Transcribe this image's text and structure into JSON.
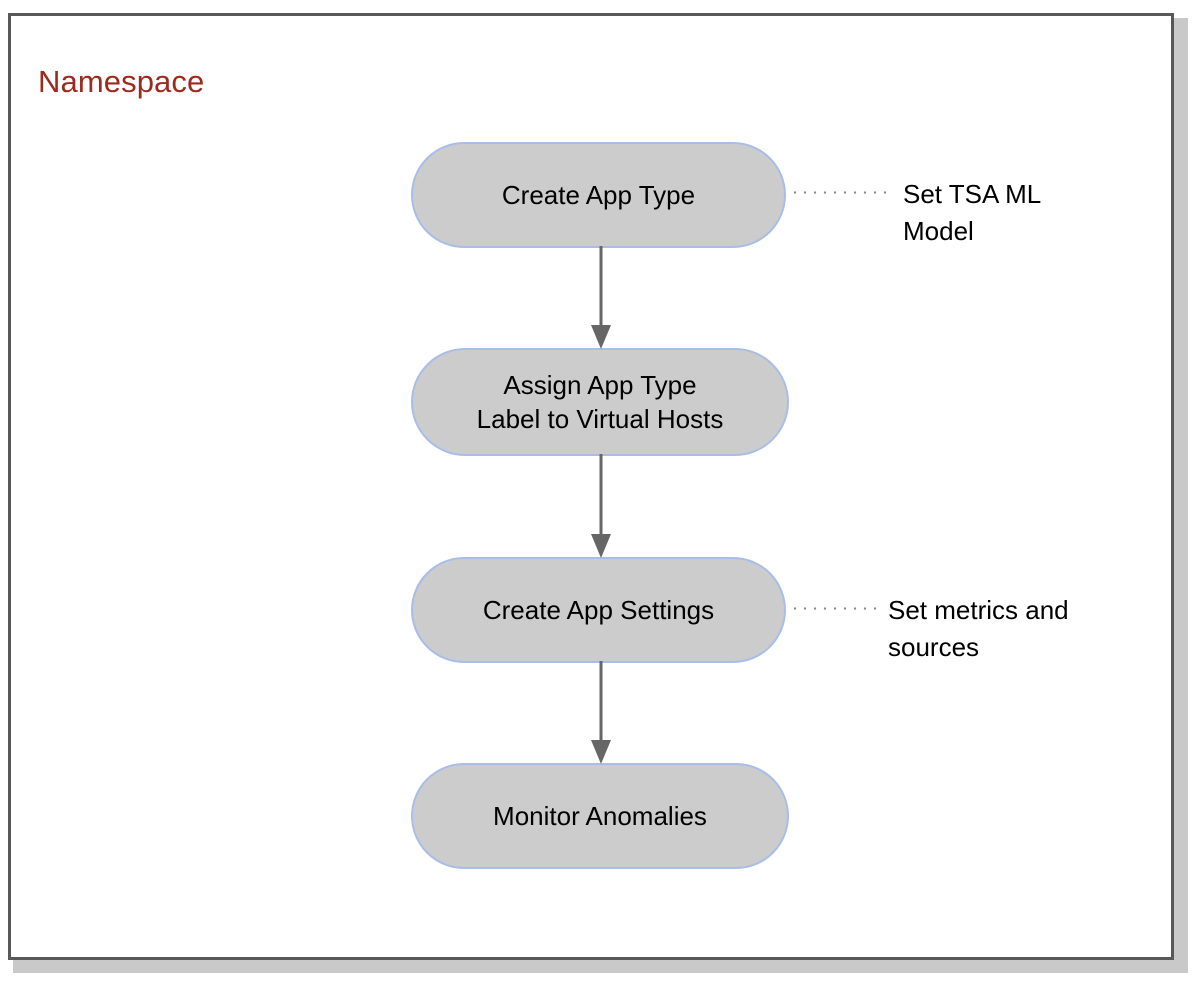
{
  "diagram": {
    "title": "Namespace",
    "title_color": "#9C2B1E",
    "frame_border_color": "#58585A",
    "background": "#FFFFFF",
    "node_fill": "#CCCCCC",
    "node_border": "#A8BEE8",
    "arrow_color": "#666666",
    "connector_color": "#8A8A8A",
    "type": "flowchart",
    "orientation": "top-to-bottom",
    "nodes": [
      {
        "id": "create-app-type",
        "label": "Create App Type",
        "shape": "stadium"
      },
      {
        "id": "assign-app-type",
        "label": "Assign App Type\nLabel to Virtual Hosts",
        "shape": "stadium"
      },
      {
        "id": "create-app-settings",
        "label": "Create App Settings",
        "shape": "stadium"
      },
      {
        "id": "monitor-anomalies",
        "label": "Monitor Anomalies",
        "shape": "stadium"
      }
    ],
    "edges": [
      {
        "from": "create-app-type",
        "to": "assign-app-type",
        "style": "solid-arrow"
      },
      {
        "from": "assign-app-type",
        "to": "create-app-settings",
        "style": "solid-arrow"
      },
      {
        "from": "create-app-settings",
        "to": "monitor-anomalies",
        "style": "solid-arrow"
      }
    ],
    "annotations": [
      {
        "id": "tsa-model",
        "attached_to": "create-app-type",
        "text": "Set TSA ML\nModel",
        "style": "dotted-link"
      },
      {
        "id": "metrics",
        "attached_to": "create-app-settings",
        "text": "Set metrics and\nsources",
        "style": "dotted-link"
      }
    ]
  }
}
